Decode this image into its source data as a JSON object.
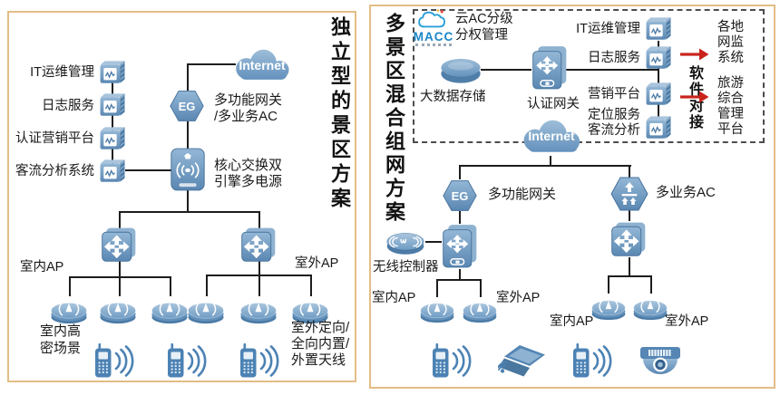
{
  "left_panel": {
    "title": "独立型的景区方案",
    "servers": [
      "IT运维管理",
      "日志服务",
      "认证营销平台",
      "客流分析系统"
    ],
    "internet": "Internet",
    "eg": "EG",
    "eg_label": [
      "多功能网关",
      "/多业务AC"
    ],
    "core_label": [
      "核心交换双",
      "引擎多电源"
    ],
    "indoor_ap": "室内AP",
    "outdoor_ap": "室外AP",
    "indoor_scene": [
      "室内高",
      "密场景"
    ],
    "outdoor_scene": [
      "室外定向/",
      "全向内置/",
      "外置天线"
    ]
  },
  "right_panel": {
    "title": "多景区混合组网方案",
    "macc": "MACC",
    "cloud_ac": [
      "云AC分级",
      "分权管理"
    ],
    "big_data": "大数据存储",
    "auth_gateway": "认证网关",
    "server_labels": [
      "IT运维管理",
      "日志服务",
      "营销平台"
    ],
    "locator_label": [
      "定位服务",
      "客流分析"
    ],
    "software_link": "软件对接",
    "dest_a": [
      "各地",
      "网监",
      "系统"
    ],
    "dest_b": [
      "旅游",
      "综合",
      "管理",
      "平台"
    ],
    "internet": "Internet",
    "eg": "EG",
    "eg_label": "多功能网关",
    "ac_label": "多业务AC",
    "wlan_controller": "无线控制器",
    "left_branch": {
      "indoor": "室内AP",
      "outdoor": "室外AP"
    },
    "right_branch": {
      "indoor": "室内AP",
      "outdoor": "室外AP"
    }
  },
  "colors": {
    "icon_blue": "#6e9cc4",
    "icon_blue_dark": "#4c7ba6",
    "panel_border": "#e3bd86",
    "arrow_red": "#c9241c",
    "macc_blue": "#1a86c8",
    "line": "#1d1d1d"
  }
}
